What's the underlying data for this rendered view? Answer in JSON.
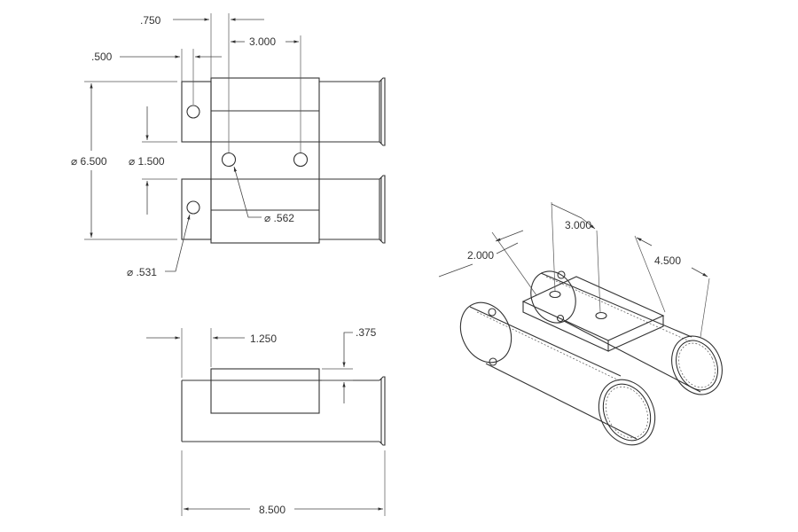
{
  "dimensions": {
    "top_750": ".750",
    "top_3000": "3.000",
    "top_500": ".500",
    "dia_6500": "⌀ 6.500",
    "dia_1500": "⌀ 1.500",
    "dia_562": "⌀ .562",
    "dia_531": "⌀ .531",
    "side_1250": "1.250",
    "side_375": ".375",
    "side_8500": "8.500",
    "iso_3000": "3.000",
    "iso_2000": "2.000",
    "iso_4500": "4.500"
  }
}
